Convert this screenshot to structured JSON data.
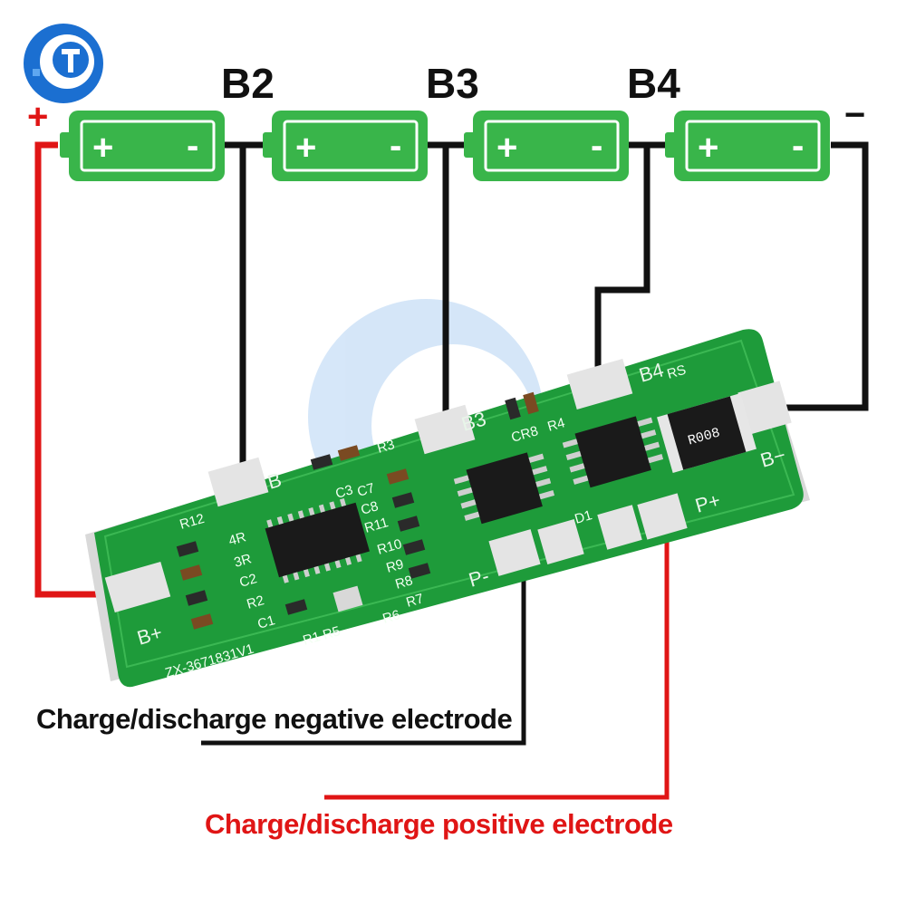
{
  "header": {
    "positive_sign": "+",
    "negative_sign": "−",
    "junction_labels": [
      "B2",
      "B3",
      "B4"
    ]
  },
  "batteries": [
    {
      "plus": "+",
      "minus": "-"
    },
    {
      "plus": "+",
      "minus": "-"
    },
    {
      "plus": "+",
      "minus": "-"
    },
    {
      "plus": "+",
      "minus": "-"
    }
  ],
  "board": {
    "pads": {
      "b_plus": "B+",
      "b": "B",
      "b3": "B3",
      "b4": "B4",
      "b_minus": "B−",
      "p_plus": "P+",
      "p_minus": "P-"
    },
    "silkscreen": {
      "model": "ZX-3671831V1",
      "left_parts": [
        "R12",
        "4R",
        "3R",
        "C2",
        "R2",
        "C1"
      ],
      "mid_parts": [
        "R3",
        "C3",
        "C7",
        "C8",
        "R11",
        "R10",
        "R9",
        "R8",
        "R7",
        "R1",
        "R5",
        "R6"
      ],
      "right_parts": [
        "CR8",
        "R4",
        "D1",
        "RS"
      ],
      "resistor_marking": "R008"
    }
  },
  "captions": {
    "negative": "Charge/discharge negative electrode",
    "positive": "Charge/discharge positive electrode"
  },
  "colors": {
    "battery_green": "#39b54a",
    "board_green": "#1e9b3a",
    "wire_black": "#111111",
    "wire_red": "#e01515",
    "pad_silver": "#e4e4e4"
  }
}
